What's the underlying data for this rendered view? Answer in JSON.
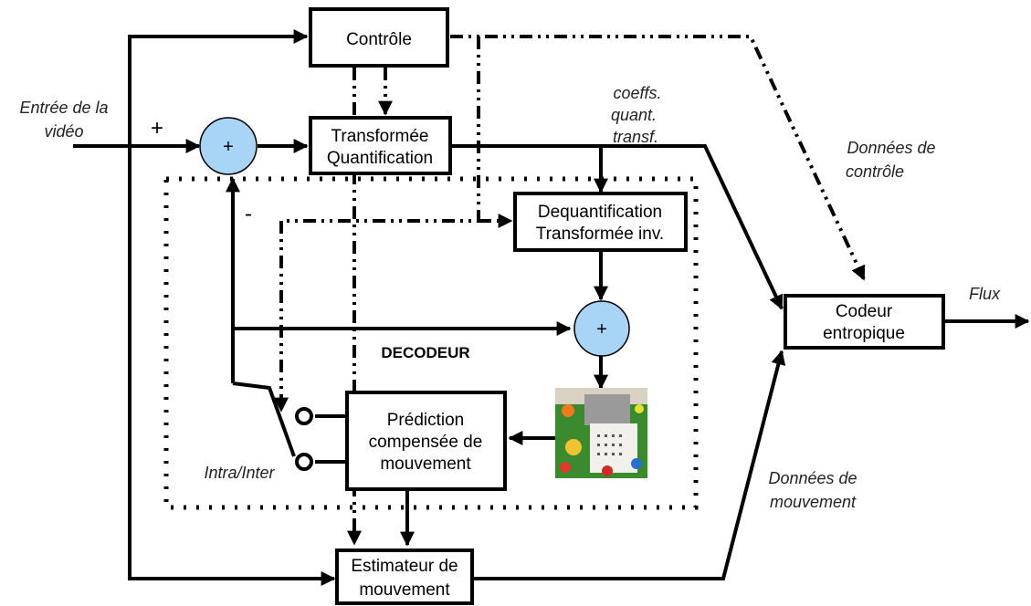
{
  "blocks": {
    "controle": "Contrôle",
    "transformee_1": "Transformée",
    "transformee_2": "Quantification",
    "dequant_1": "Dequantification",
    "dequant_2": "Transformée inv.",
    "codeur_1": "Codeur",
    "codeur_2": "entropique",
    "prediction_1": "Prédiction",
    "prediction_2": "compensée de",
    "prediction_3": "mouvement",
    "estimateur_1": "Estimateur de",
    "estimateur_2": "mouvement"
  },
  "summers": {
    "top": "+",
    "decoder": "+"
  },
  "signs": {
    "plus": "+",
    "minus": "-"
  },
  "labels": {
    "entree_1": "Entrée de la",
    "entree_2": "vidéo",
    "coeffs_1": "coeffs.",
    "coeffs_2": "quant.",
    "coeffs_3": "transf.",
    "donnees_controle_1": "Données de",
    "donnees_controle_2": "contrôle",
    "flux": "Flux",
    "decodeur": "DECODEUR",
    "intra_inter": "Intra/Inter",
    "donnees_mouvement_1": "Données de",
    "donnees_mouvement_2": "mouvement"
  },
  "colors": {
    "summer_fill": "#a8d4f5",
    "line": "#000000"
  },
  "frame_buffer": {
    "icon": "decoded-frame-picture"
  }
}
